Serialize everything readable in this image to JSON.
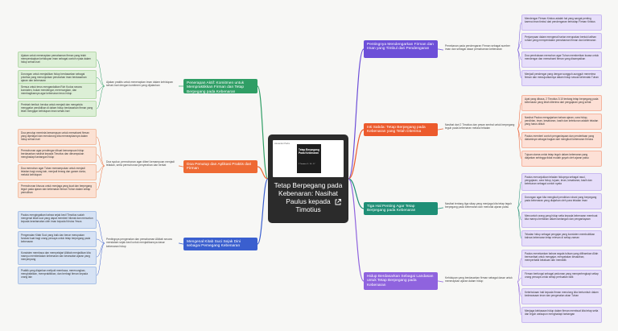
{
  "center": {
    "title": "Tetap Berpegang pada Kebenaran: Nasihat Paulus kepada Timotius",
    "thumbnail": {
      "author": "Alexander Parks",
      "book_title": "Tetap Berpegang Pada Kebenaran",
      "reference": "2 Timotius 3 : 10 - 17"
    },
    "icon": "external-link-icon"
  },
  "colors": {
    "green": "#2f9e65",
    "orange": "#ee6a34",
    "blue": "#3a5fcf",
    "purple": "#6d4fd8",
    "teal": "#1f8f76",
    "red": "#ec5a2c",
    "violet": "#8f63de"
  },
  "left_branches": [
    {
      "title": "Penerapan Aktif: Komitmen untuk Mempraktikkan Firman dan Tetap Berpegang pada Kebenaran",
      "summary": "Ajakan praktis untuk menerapkan iman dalam kehidupan sehari-hari dengan komitmen yang dijalankan",
      "leaves": [
        "Ajakan untuk menerapkan pemahaman firman yang telah mempersiapkan kehidupan iman sebagai contoh nyata dalam hidup sehari-hari",
        "Dorongan untuk menjadikan hidup berdasarkan sebagai prioritas yang menunjukkan perubahan iman berdasarkan ajaran dan kebenaran",
        "Semua untuk terus mengandalkan Roh Kudus secara konsisten, bukan mendengar, merenungkan, dan membagikannya agar kebenaran terus hidup",
        "Perintah berikut: berdoa untuk menjadi dan mengelola menggelar pendidikan di dalam hidup berdasarkan firman yang telah mengajar kehidupan iman sehari-hari"
      ]
    },
    {
      "title": "Doa Penutup dan Aplikasi Praktis dari Firman",
      "summary": "Doa syukur, permohonan agar diberi kemampuan menjadi teladan, serta permohonan penyerahan dan berkat",
      "leaves": [
        "Doa penutup meminta kemampuan untuk memahami firman yang dipelajari dan mendorong kita menerapkannya dalam hidup sehari-hari",
        "Permohonan agar pendengar dibuat kemampuan hidup berdasarkan nasihat kepada Timotius dan dimampukan menghadapi tantangan hidup",
        "Doa memohon agar Tuhan memampukan untuk menjadi teladan bagi orang lain, menjadi terang dan garam dunia, melalui kehidupan",
        "Permohonan khusus untuk menjaga yang kuat dan berpegang teguh pada ajaran dan kebenaran firman Tuhan dalam setiap pemulihan"
      ]
    },
    {
      "title": "Mengenal Kitab Suci Sejak Dini sebagai Pemegang Kebenaran",
      "summary": "Pentingnya pengenalan dan pemahaman Alkitab secara mendalam sejak kecil untuk menjadikannya dasar kebenaran hidup",
      "leaves": [
        "Paulus mengingatkan bahwa sejak kecil Timotius sudah mengenal kitab suci yang dapat memberi hikmat dan menuntun kepada keselamatan oleh iman kepada Kristus Yesus",
        "Pengenalan Kitab Suci yang baik dan benar merupakan fondasi kuat bagi orang percaya untuk tetap berpegang pada kebenaran",
        "Konsisten membaca dan mempelajari Alkitab menjadikan kita mampu membedakan kebenaran dan kesesatan ajaran yang menyimpang",
        "Praktik yang diajarkan meliputi membaca, merenungkan, menghafalkan, mempraktikkan, dan berbagi firman kepada orang lain"
      ]
    }
  ],
  "right_branches": [
    {
      "title": "Pentingnya Mendengarkan Firman dan Iman yang Timbul dari Pendengaran",
      "summary": "Penekanan pada pendengaran Firman sebagai sumber iman dan sebagai dasar pemahaman kebenaran",
      "leaves": [
        "Mendengar Firman Kristus adalah hal yang sangat penting karena iman timbul dari pendengaran terhadap Firman Kristus",
        "Perjumpaan dalam mengenal harian merupakan bentuk latihan rohani yang memperdalam pemahaman firman dan kebenaran",
        "Doa pembukaan memohon agar Tuhan memberikan kuasa untuk mendengar dan memahami firman yang disampaikan",
        "Menjadi pendengar yang dengan sungguh-sungguh menerima firman dan mewujudkannya dalam hidup sesuai kehendak Tuhan"
      ]
    },
    {
      "title": "Inti Sabda: Tetap Berpegang pada Kebenaran yang Telah Diterima",
      "summary": "Nasihat dari 2 Timotius dan pesan sentral untuk berpegang teguh pada kebenaran melalui teladan",
      "leaves": [
        "Ayat yang dibaca, 2 Timotius 3:10 tentang tetap berpegang pada kebenaran yang telah diterima dari pengajaran yang sehat",
        "Nasihat Paulus mengajarkan bahwa ajaran, cara hidup, pendirian, iman, kesabaran, kasih dan ketekunan adalah teladan yang harus diikuti",
        "Paulus memberi contoh penganiayaan dan penderitaan yang dialaminya sebagai bagian dari mengikuti kebenaran Kristus",
        "Tujuan utama untuk tetap teguh dalam kebenaran yang diajarkan sehingga tidak mudah goyah oleh ajaran palsu"
      ]
    },
    {
      "title": "Tiga Hal Penting Agar Tetap Berpegang pada Kebenaran",
      "summary": "Nasihat tentang tiga sikap yang menjaga kita tetap teguh berpegang pada kebenaran dan menolak ajaran palsu",
      "leaves": [
        "Paulus menunjukkan teladan hidupnya sebagai rasul, pengajaran, cara hidup, tujuan, iman, kesabaran, kasih dan ketekunan sebagai contoh nyata",
        "Dorongan agar kita mengikuti pendirian rohani yang berpegang pada kebenaran yang diajarkan oleh para teladan iman",
        "Mencontoh orang yang hidup setia kepada kebenaran membuat kita mampu bertahan dalam tantangan dan penganiayaan",
        "Teladan hidup sebagai pengajar yang konsisten membuktikan bahwa kebenaran tetap relevan di setiap zaman"
      ]
    },
    {
      "title": "Hidup Berdasarkan Sebagai Landasan untuk Tetap Berpegang pada Kebenaran",
      "summary": "Kehidupan yang berdasarkan firman sebagai dasar untuk menerapkan ajaran dalam hidup",
      "leaves": [
        "Paulus menekankan bahwa segala tulisan yang diilhamkan Allah bermanfaat untuk mengajar, menyatakan kesalahan, memperbaiki kelakuan dan mendidik",
        "Firman berfungsi sebagai pedoman yang memperlengkapi setiap orang percaya untuk setiap perbuatan baik",
        "Keterbukaan hati kepada firman menolong kita bertumbuh dalam kedewasaan iman dan pengenalan akan Tuhan",
        "Menjaga kebiasaan hidup dalam firman membuat kita tetap setia dan teguh walaupun menghadapi tantangan"
      ]
    }
  ]
}
